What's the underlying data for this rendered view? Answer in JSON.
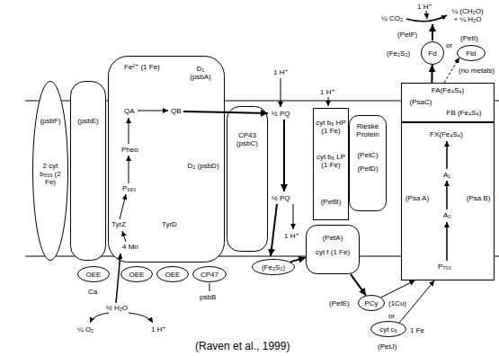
{
  "diagram": {
    "caption": "(Raven et al., 1999)",
    "nodes": [
      {
        "text": [
          "(psbF)",
          "2 cyt b₅₅₉ (2 Fe)"
        ]
      },
      {
        "text": [
          "(psbE)"
        ]
      },
      {
        "text": [
          "D₁ (psbA)"
        ]
      },
      {
        "text": [
          "CP43 (psbC)"
        ]
      },
      {
        "text": [
          "OEE"
        ]
      },
      {
        "text": [
          "OEE"
        ]
      },
      {
        "text": [
          "OEE"
        ]
      },
      {
        "text": [
          "CP47"
        ]
      },
      {
        "text": [
          "(Fe₂S₂)"
        ]
      },
      {
        "text": [
          "cyt b₆ HP (1 Fe)",
          "cyt b₆ LP (1 Fe)",
          "(PetB)"
        ]
      },
      {
        "text": [
          "Rieske Protein",
          "(PetC)",
          "(PetD)"
        ]
      },
      {
        "text": [
          "(PetA)",
          "cyt f (1 Fe)"
        ]
      },
      {
        "text": [
          "PCy"
        ]
      },
      {
        "text": [
          "cyt c₆"
        ]
      },
      {
        "text": [
          "FA(Fe₄S₄)",
          "(PsaC)",
          "FB (Fe₄S₄)"
        ]
      },
      {
        "text": [
          "(Psa A)",
          "(Psa B)"
        ]
      },
      {
        "text": [
          "Fd"
        ]
      },
      {
        "text": [
          "Fld"
        ]
      }
    ],
    "edges": [
      {
        "from": 8,
        "to": 11,
        "arrow": "to"
      },
      {
        "from": 11,
        "to": 12,
        "arrow": "to"
      },
      {
        "from": 12,
        "to": 15,
        "arrow": "to"
      },
      {
        "from": 13,
        "to": 15,
        "arrow": "to"
      },
      {
        "from": 14,
        "to": 16,
        "arrow": "to"
      },
      {
        "from": 14,
        "to": 17,
        "arrow": "to"
      }
    ],
    "labels": [
      "Fe²⁺ (1 Fe)",
      "QA",
      "QB",
      "Pheo",
      "P₆₈₀",
      "TyrZ",
      "TyrD",
      "D₂ (psbD)",
      "4 Mn",
      "Ca",
      "psbB",
      "½ H₂O",
      "¼ O₂",
      "1 H⁺",
      "1 H⁺",
      "½ PQ",
      "½ PQ",
      "1 H⁺",
      "1 H⁺",
      "(PetE)",
      "(1Cu)",
      "or",
      "1 Fe",
      "(PetJ)",
      "FX(Fe₄S₄)",
      "A₁",
      "A₀",
      "P₇₀₀",
      "(Fe₂S₂)",
      "(PetF)",
      "or",
      "(no metals)",
      "(PetI)",
      "1 H⁺",
      "¼ CO₂",
      "¼ (CH₂O) + ¼ H₂O"
    ]
  }
}
